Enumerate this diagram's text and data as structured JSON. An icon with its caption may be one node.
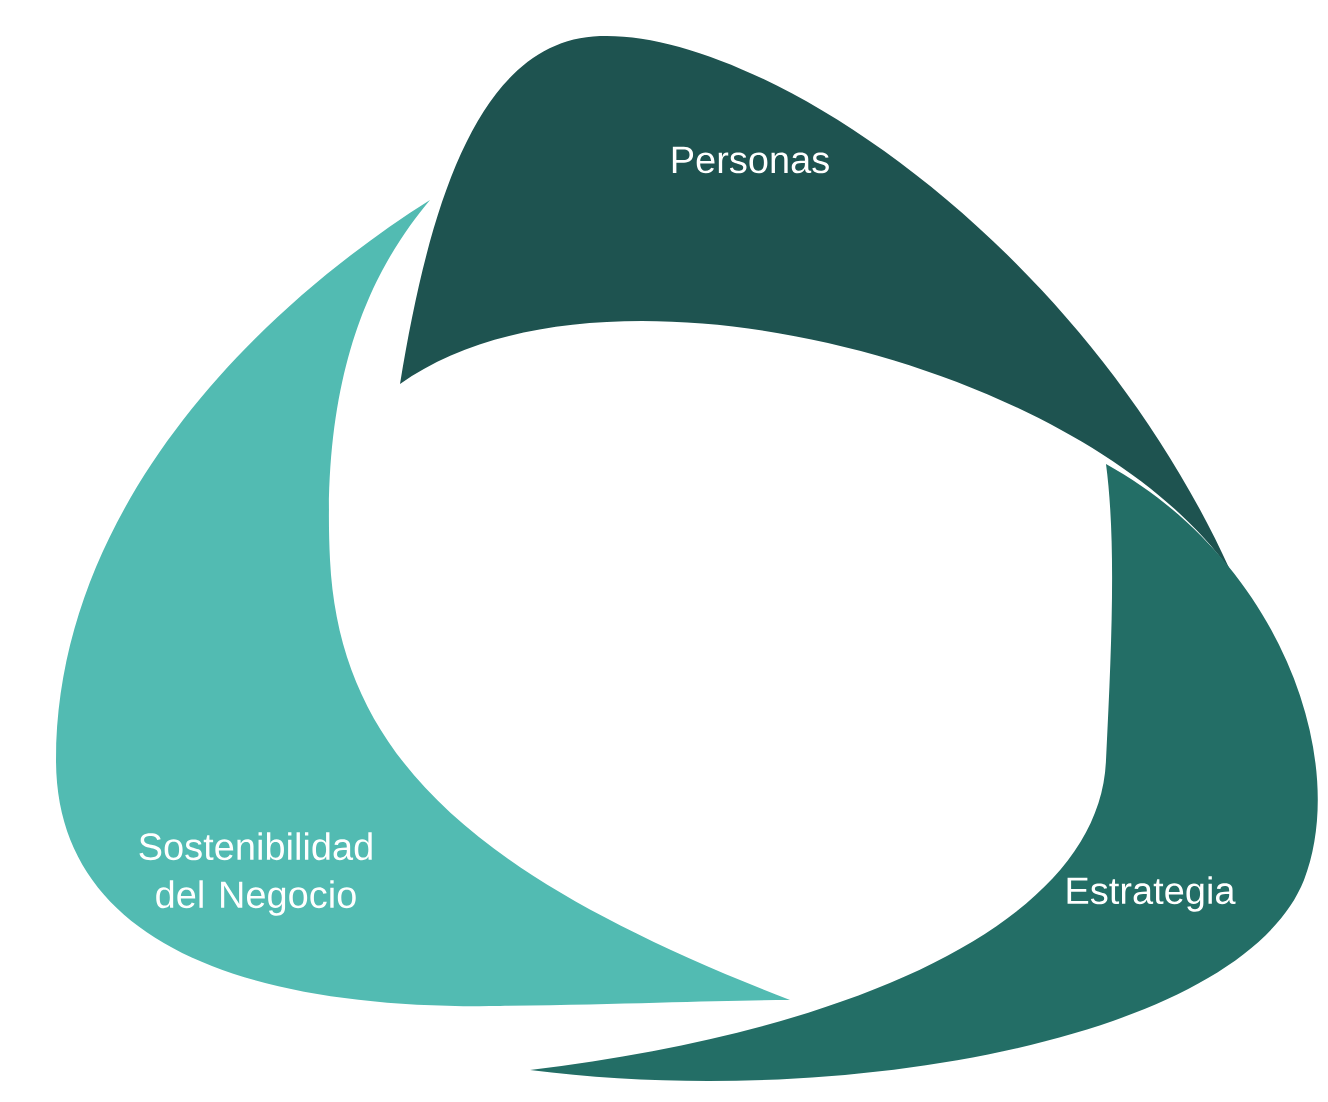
{
  "diagram": {
    "nodes": [
      {
        "text": [
          "Personas"
        ]
      },
      {
        "text": [
          "Estrategia"
        ]
      },
      {
        "text": [
          "Sostenibilidad del Negocio"
        ]
      }
    ]
  }
}
